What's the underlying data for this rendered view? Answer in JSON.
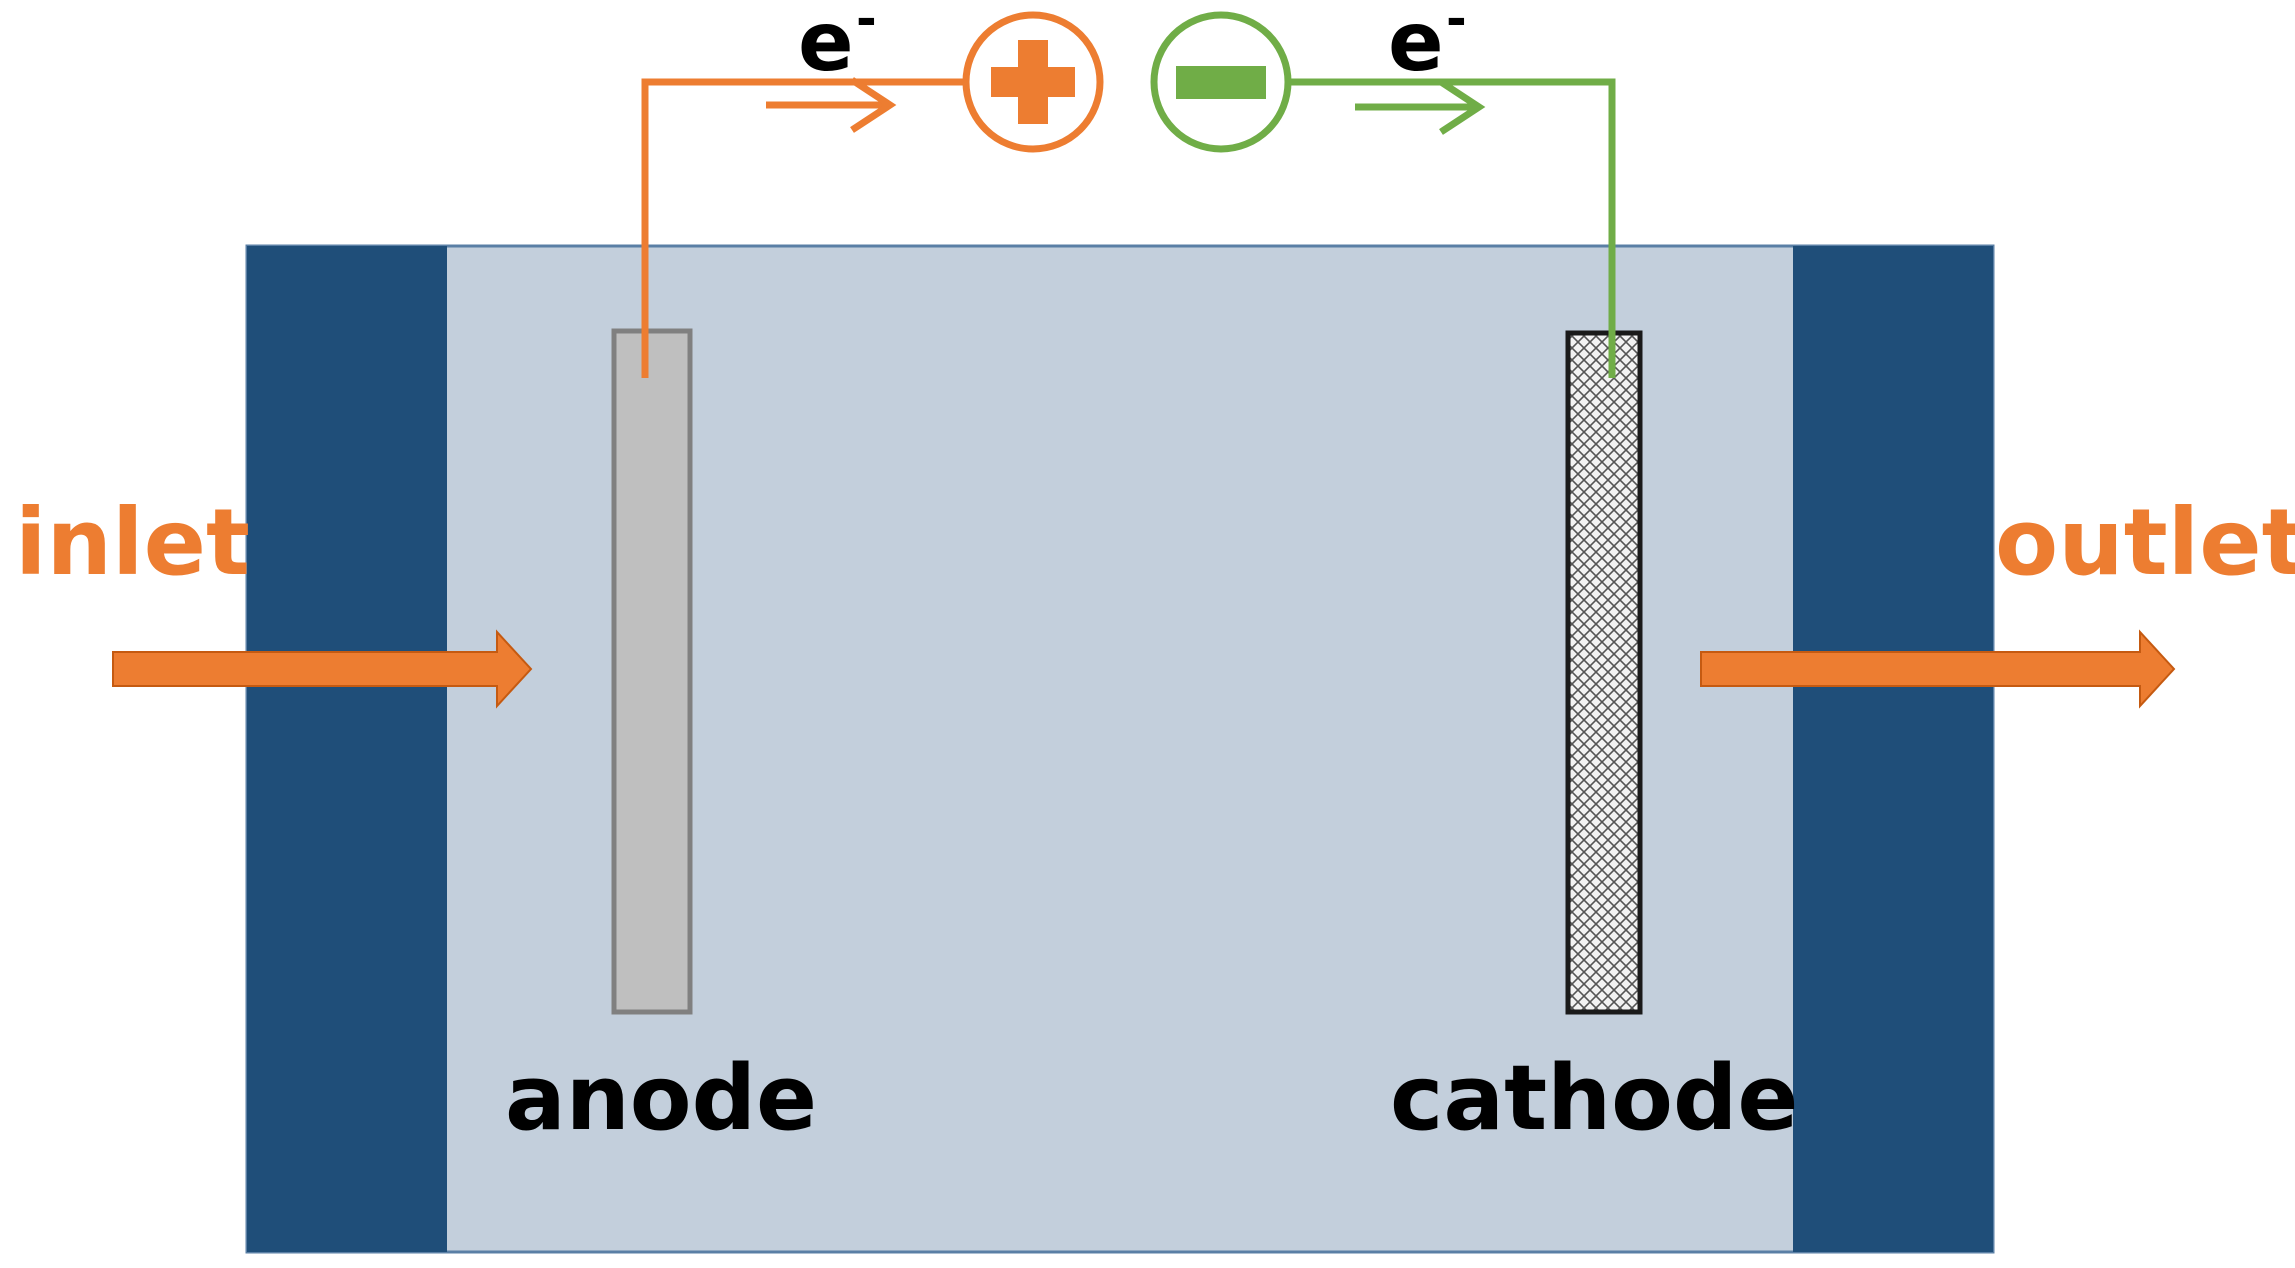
{
  "diagram": {
    "labels": {
      "inlet": "inlet",
      "outlet": "outlet",
      "anode": "anode",
      "cathode": "cathode",
      "electron_left": "e",
      "electron_right": "e",
      "electron_superscript": "-"
    },
    "terminals": {
      "positive": "plus-sign",
      "negative": "minus-sign"
    },
    "colors": {
      "chamber_fill": "#c3cfdc",
      "chamber_border": "#5a7fa5",
      "end_plate": "#1f4e79",
      "anode_fill": "#bfbfbf",
      "anode_border": "#808080",
      "cathode_border": "#1a1a1a",
      "positive_wire": "#ed7d31",
      "negative_wire": "#70ad47",
      "flow_arrow": "#ed7d31",
      "label_text": "#000000"
    }
  }
}
